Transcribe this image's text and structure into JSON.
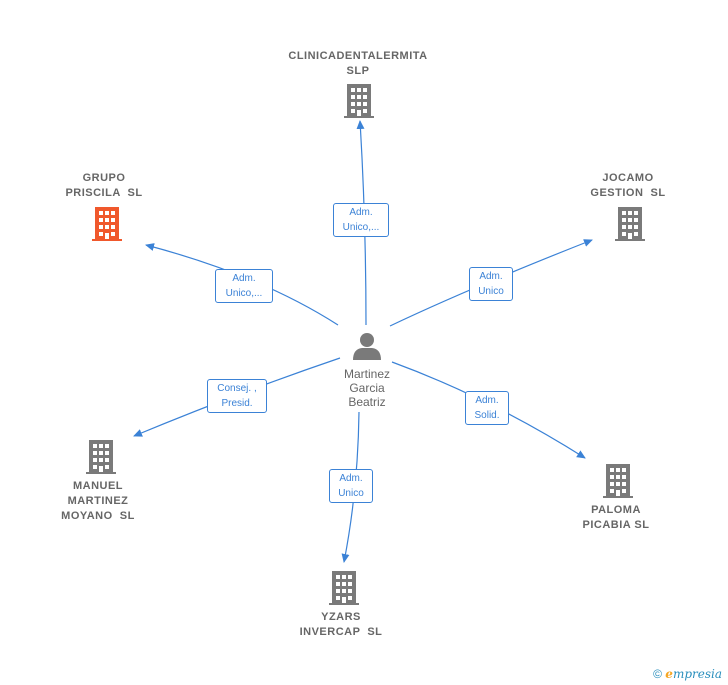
{
  "center": {
    "name": "Martinez\nGarcia\nBeatriz"
  },
  "companies": [
    {
      "id": "clinica",
      "name": "CLINICADENTALERMITA\nSLP",
      "highlight": false
    },
    {
      "id": "grupo",
      "name": "GRUPO\nPRISCILA  SL",
      "highlight": true
    },
    {
      "id": "jocamo",
      "name": "JOCAMO\nGESTION  SL",
      "highlight": false
    },
    {
      "id": "manuel",
      "name": "MANUEL\nMARTINEZ\nMOYANO  SL",
      "highlight": false
    },
    {
      "id": "paloma",
      "name": "PALOMA\nPICABIA SL",
      "highlight": false
    },
    {
      "id": "yzars",
      "name": "YZARS\nINVERCAP  SL",
      "highlight": false
    }
  ],
  "edges": [
    {
      "to": "clinica",
      "label": "Adm.\nUnico,..."
    },
    {
      "to": "grupo",
      "label": "Adm.\nUnico,..."
    },
    {
      "to": "jocamo",
      "label": "Adm.\nUnico"
    },
    {
      "to": "manuel",
      "label": "Consej. ,\nPresid."
    },
    {
      "to": "paloma",
      "label": "Adm.\nSolid."
    },
    {
      "to": "yzars",
      "label": "Adm.\nUnico"
    }
  ],
  "colors": {
    "edge": "#3b82d6",
    "building": "#7a7a7a",
    "building_highlight": "#f0582c",
    "person": "#7a7a7a"
  },
  "footer": {
    "copyright": "©",
    "brand": "mpresia",
    "brand_initial": "e"
  }
}
